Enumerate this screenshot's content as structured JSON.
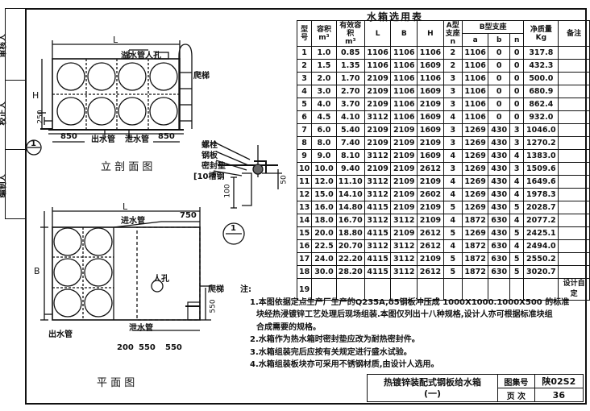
{
  "table_title": "水箱选用表",
  "table_headers": {
    "no": "型号",
    "volume": "容积",
    "volume_unit": "m³",
    "eff_volume": "有效容积",
    "eff_unit": "m³",
    "L": "L",
    "B": "B",
    "H": "H",
    "a_support": "A型支座",
    "a_unit": "n",
    "b_support": "B型支座",
    "b_a": "a",
    "b_b": "b",
    "b_n": "n",
    "weight": "净质量",
    "weight_unit": "Kg",
    "remark": "备注"
  },
  "table_rows": [
    [
      "1",
      "1.0",
      "0.85",
      "1106",
      "1106",
      "1106",
      "2",
      "1106",
      "0",
      "0",
      "317.8",
      ""
    ],
    [
      "2",
      "1.5",
      "1.35",
      "1106",
      "1106",
      "1609",
      "2",
      "1106",
      "0",
      "0",
      "432.3",
      ""
    ],
    [
      "3",
      "2.0",
      "1.70",
      "2109",
      "1106",
      "1106",
      "3",
      "1106",
      "0",
      "0",
      "500.0",
      ""
    ],
    [
      "4",
      "3.0",
      "2.70",
      "2109",
      "1106",
      "1609",
      "3",
      "1106",
      "0",
      "0",
      "680.9",
      ""
    ],
    [
      "5",
      "4.0",
      "3.70",
      "2109",
      "1106",
      "2109",
      "3",
      "1106",
      "0",
      "0",
      "862.4",
      ""
    ],
    [
      "6",
      "4.5",
      "4.10",
      "3112",
      "1106",
      "1609",
      "4",
      "1106",
      "0",
      "0",
      "932.0",
      ""
    ],
    [
      "7",
      "6.0",
      "5.40",
      "2109",
      "2109",
      "1609",
      "3",
      "1269",
      "430",
      "3",
      "1046.0",
      ""
    ],
    [
      "8",
      "8.0",
      "7.40",
      "2109",
      "2109",
      "2109",
      "3",
      "1269",
      "430",
      "3",
      "1270.2",
      ""
    ],
    [
      "9",
      "9.0",
      "8.10",
      "3112",
      "2109",
      "1609",
      "4",
      "1269",
      "430",
      "4",
      "1383.0",
      ""
    ],
    [
      "10",
      "10.0",
      "9.40",
      "2109",
      "2109",
      "2612",
      "3",
      "1269",
      "430",
      "3",
      "1509.6",
      ""
    ],
    [
      "11",
      "12.0",
      "11.10",
      "3112",
      "2109",
      "2109",
      "4",
      "1269",
      "430",
      "4",
      "1649.6",
      ""
    ],
    [
      "12",
      "15.0",
      "14.10",
      "3112",
      "2109",
      "2602",
      "4",
      "1269",
      "430",
      "4",
      "1978.3",
      ""
    ],
    [
      "13",
      "16.0",
      "14.80",
      "4115",
      "2109",
      "2109",
      "5",
      "1269",
      "430",
      "5",
      "2028.7",
      ""
    ],
    [
      "14",
      "18.0",
      "16.70",
      "3112",
      "3112",
      "2109",
      "4",
      "1872",
      "630",
      "4",
      "2077.2",
      ""
    ],
    [
      "15",
      "20.0",
      "18.80",
      "4115",
      "2109",
      "2612",
      "5",
      "1269",
      "430",
      "5",
      "2425.1",
      ""
    ],
    [
      "16",
      "22.5",
      "20.70",
      "3112",
      "3112",
      "2612",
      "4",
      "1872",
      "630",
      "4",
      "2494.0",
      ""
    ],
    [
      "17",
      "24.0",
      "22.20",
      "4115",
      "3112",
      "2109",
      "5",
      "1872",
      "630",
      "5",
      "2550.2",
      ""
    ],
    [
      "18",
      "30.0",
      "28.20",
      "4115",
      "3112",
      "2612",
      "5",
      "1872",
      "630",
      "5",
      "3020.7",
      ""
    ],
    [
      "19",
      "",
      "",
      "",
      "",
      "",
      "",
      "",
      "",
      "",
      "",
      "设计自定"
    ]
  ],
  "elevation": {
    "title": "立 剖 面 图",
    "overflow": "溢水管",
    "manhole": "人孔",
    "ladder": "爬梯",
    "outlet": "出水管",
    "drain": "泄水管",
    "dim_850_left": "850",
    "dim_850_right": "850",
    "dim_250": "250",
    "H": "H",
    "L": "L",
    "section_mark": "1"
  },
  "detail": {
    "bolt": "螺栓",
    "plate": "钢板",
    "gasket": "密封垫",
    "channel": "[10槽钢",
    "dim_50": "50",
    "dim_100": "100",
    "section_mark": "1"
  },
  "plan": {
    "title": "平 面 图",
    "inlet": "进水管",
    "manhole": "人孔",
    "ladder": "爬梯",
    "outlet": "出水管",
    "drain": "泄水管",
    "dim_750": "750",
    "dim_550_side": "550",
    "dim_200": "200",
    "dim_550a": "550",
    "dim_550b": "550",
    "L": "L",
    "B": "B"
  },
  "notes_title": "注:",
  "notes": [
    "1.本图依据定点生产厂生产的Q235A,δ5钢板冲压成 1000X1000.1000X500 的标准",
    "块经热浸镀锌工艺处理后现场组装.本图仅列出十八种规格,设计人亦可根据标准块组",
    "合成需要的规格。",
    "2.水箱作为热水箱时密封垫应改为耐热密封件。",
    "3.水箱组装完后应按有关规定进行盛水试验。",
    "4.水箱组装板块亦可采用不锈钢材质,由设计人选用。"
  ],
  "title_block": {
    "name": "热镀锌装配式钢板给水箱",
    "sub": "(一)",
    "atlas_label": "图集号",
    "atlas_value": "陕02S2",
    "page_label": "页 次",
    "page_value": "36"
  },
  "margin_labels": [
    "编制人",
    "校正人",
    "审核人"
  ]
}
